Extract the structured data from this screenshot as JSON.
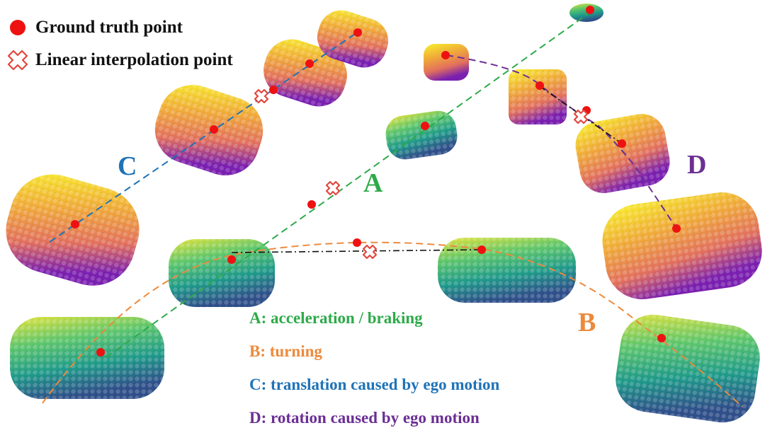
{
  "legend": {
    "ground_truth": "Ground truth point",
    "linear_interp": "Linear interpolation point"
  },
  "labels": {
    "a": "A",
    "b": "B",
    "c": "C",
    "d": "D"
  },
  "captions": [
    {
      "key": "A",
      "text": "acceleration / braking"
    },
    {
      "key": "B",
      "text": "turning"
    },
    {
      "key": "C",
      "text": "translation caused by ego motion"
    },
    {
      "key": "D",
      "text": "rotation caused by ego motion"
    }
  ],
  "colors": {
    "A": "#2eaa4a",
    "B": "#ec8a3c",
    "C": "#1f73b7",
    "D": "#6b2f94",
    "ground_truth_point": "#ee1111",
    "interp_marker": "#e2473e"
  }
}
